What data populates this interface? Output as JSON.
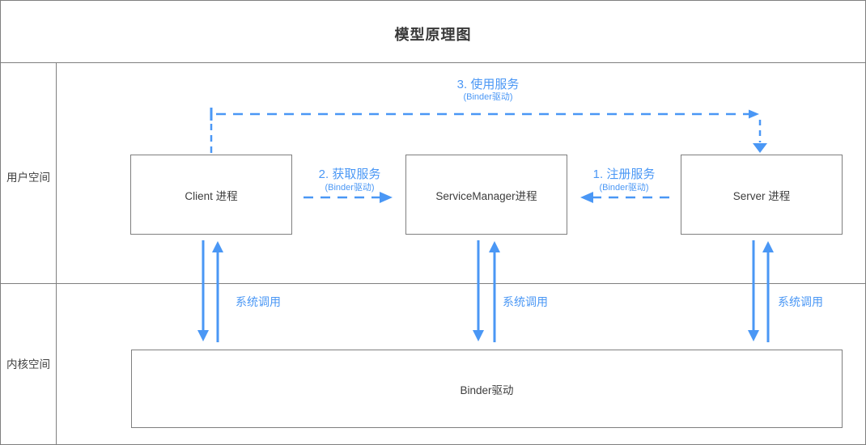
{
  "title": "模型原理图",
  "colors": {
    "accent_blue": "#4a97f5",
    "line_gray": "#7f7f7f",
    "text_dark": "#3d3d3d"
  },
  "lanes": {
    "user_space": "用户空间",
    "kernel_space": "内核空间"
  },
  "nodes": {
    "client": "Client 进程",
    "service_manager": "ServiceManager进程",
    "server": "Server 进程",
    "binder_driver": "Binder驱动"
  },
  "edges": {
    "use_service": {
      "label": "3. 使用服务",
      "sub": "(Binder驱动)"
    },
    "get_service": {
      "label": "2. 获取服务",
      "sub": "(Binder驱动)"
    },
    "register_service": {
      "label": "1. 注册服务",
      "sub": "(Binder驱动)"
    },
    "syscall": {
      "label": "系统调用"
    }
  }
}
